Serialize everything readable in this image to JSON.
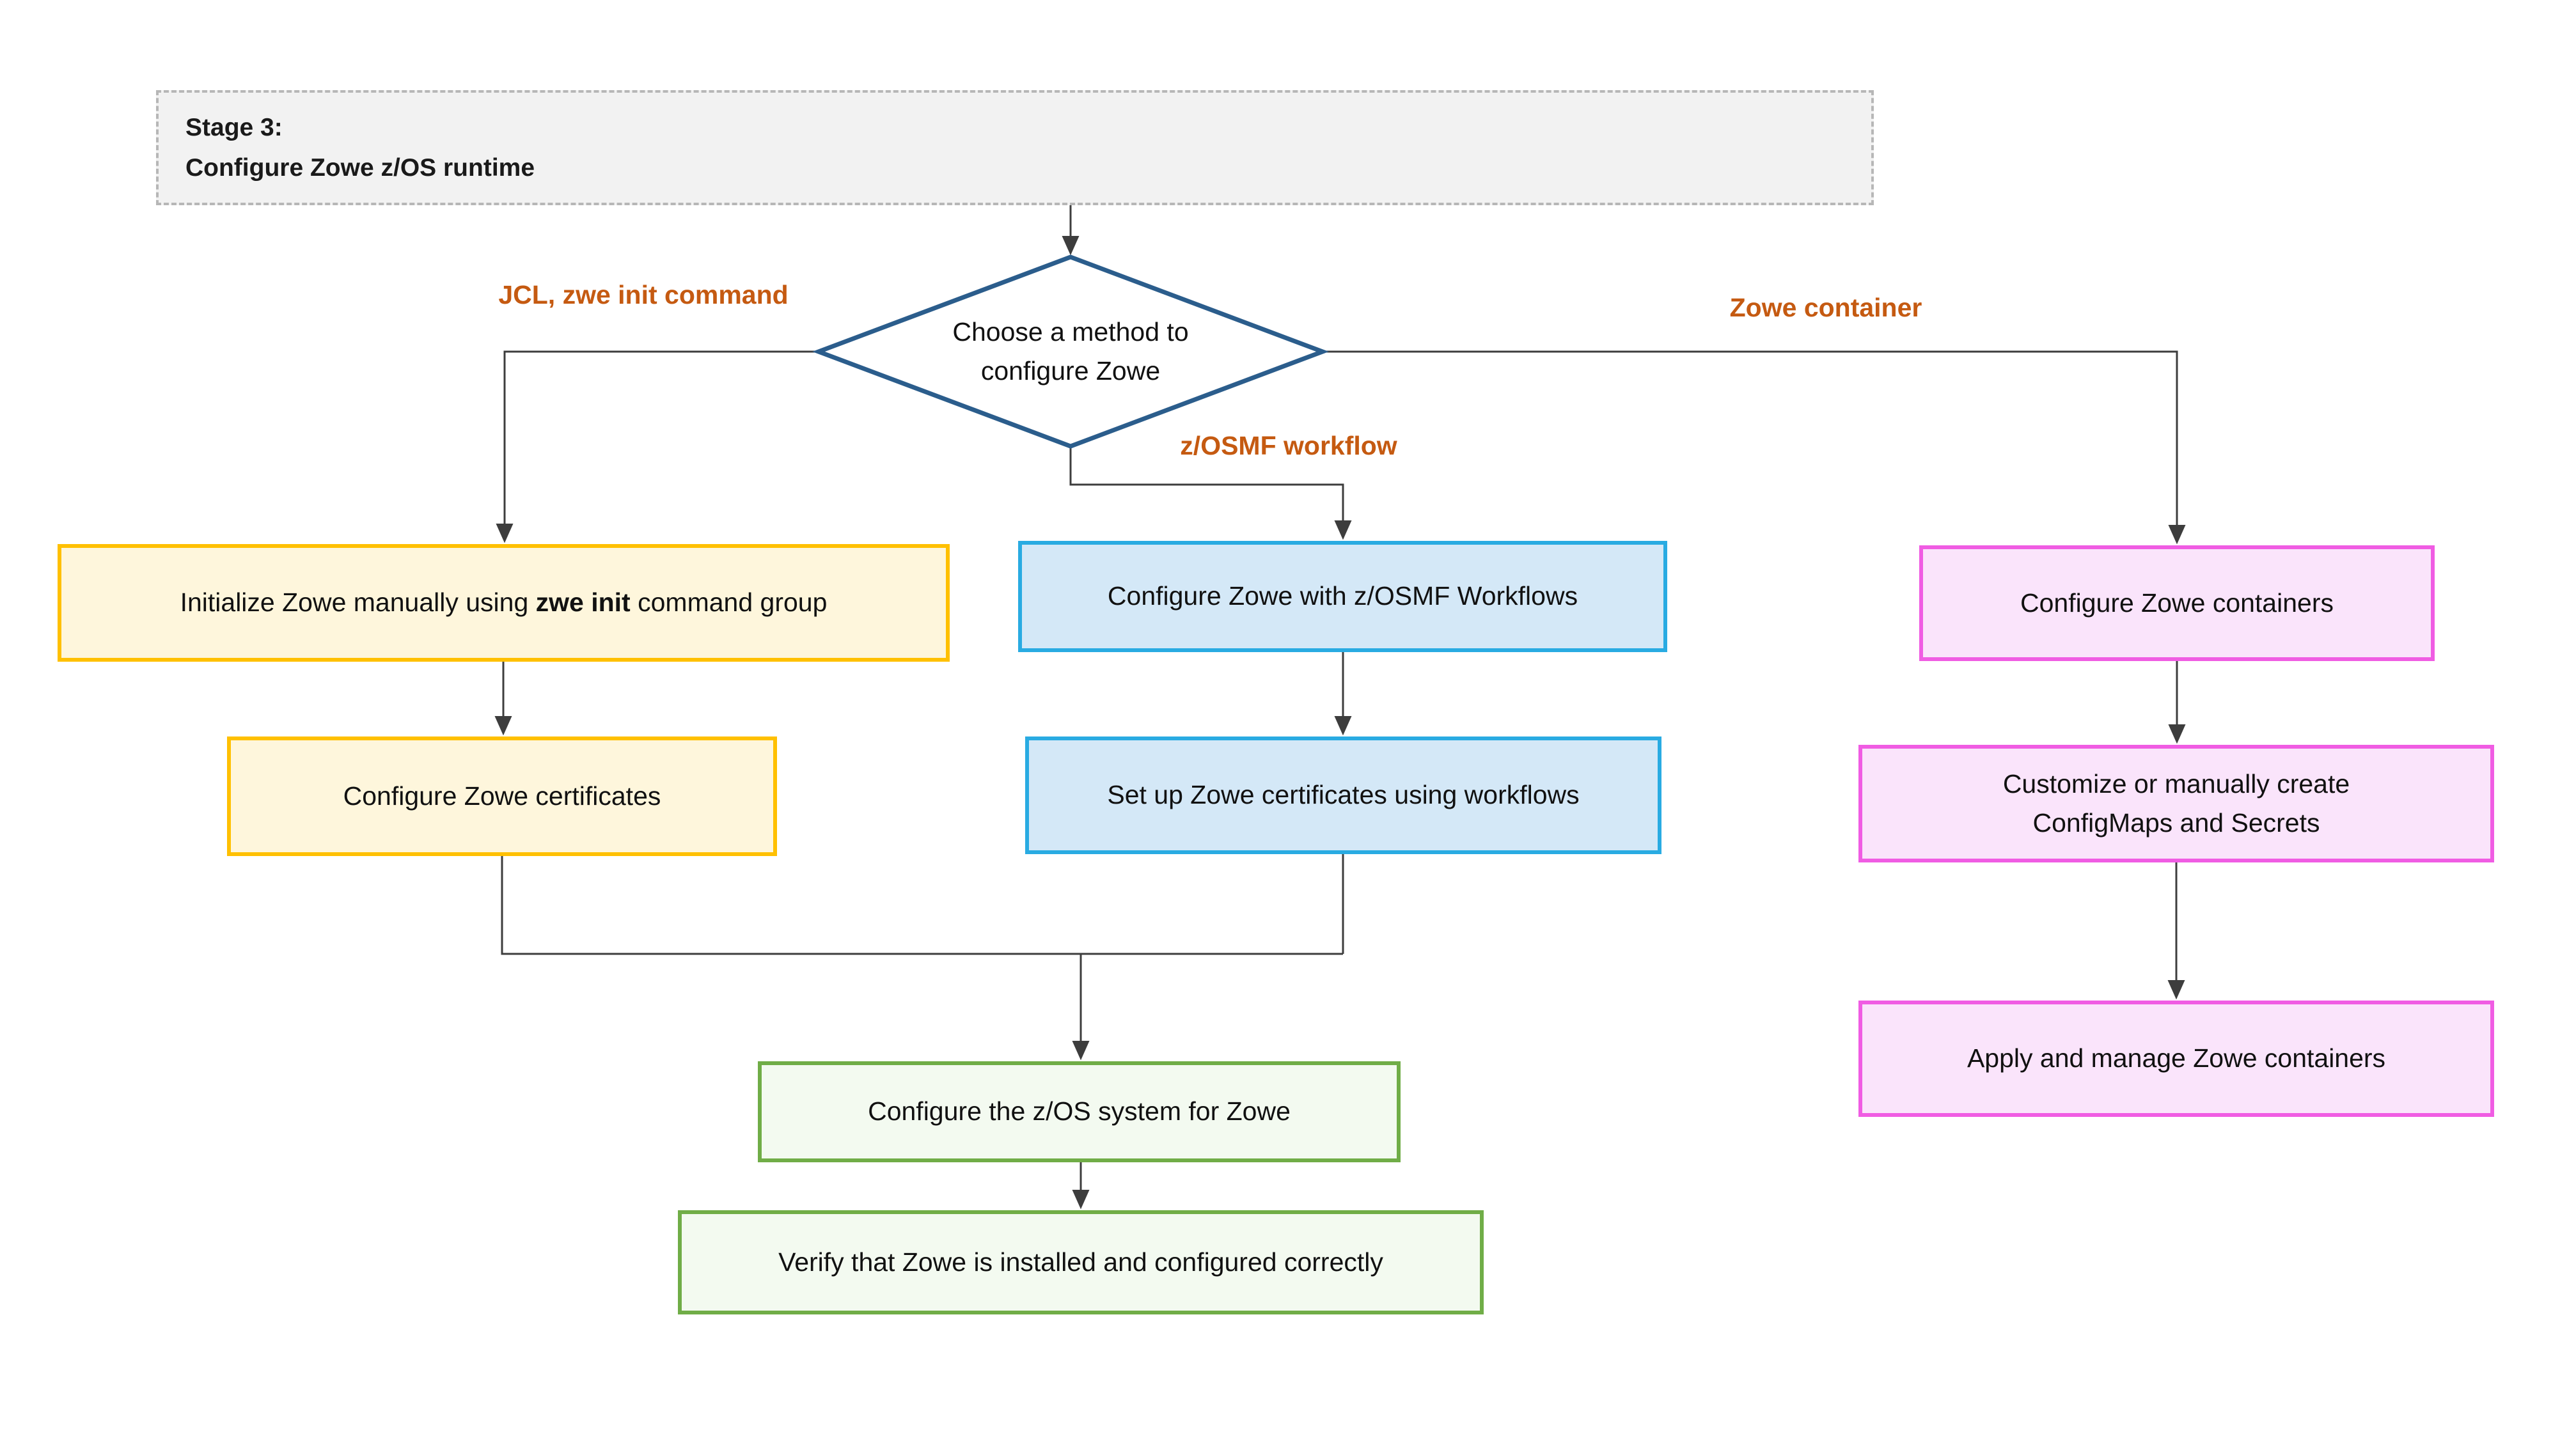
{
  "diagram": {
    "stage": {
      "line1": "Stage 3:",
      "line2": "Configure Zowe z/OS runtime"
    },
    "decision": {
      "line1": "Choose a method to",
      "line2": "configure Zowe"
    },
    "branch_labels": {
      "jcl": "JCL, zwe init command",
      "zosmf": "z/OSMF workflow",
      "container": "Zowe container"
    },
    "nodes": {
      "init": {
        "prefix": "Initialize Zowe manually using ",
        "bold": "zwe init",
        "suffix": " command group"
      },
      "certs_manual": "Configure Zowe certificates",
      "zosmf_workflows": "Configure Zowe with z/OSMF Workflows",
      "certs_workflows": "Set up Zowe certificates using workflows",
      "containers": "Configure Zowe containers",
      "configmaps": {
        "line1": "Customize or manually create",
        "line2": "ConfigMaps and Secrets"
      },
      "apply_containers": "Apply and manage Zowe containers",
      "configure_zos": "Configure the z/OS system for Zowe",
      "verify": "Verify that Zowe is installed and configured correctly"
    },
    "colors": {
      "yellow_border": "#FFC000",
      "yellow_fill": "#FEF6DC",
      "blue_border": "#29ABE2",
      "blue_fill": "#D4E8F7",
      "pink_border": "#F05CE3",
      "pink_fill": "#FAE4FB",
      "green_border": "#70AD47",
      "green_fill": "#F3FAF0",
      "diamond_border": "#2B5D8C",
      "label_orange": "#C55A11",
      "stage_fill": "#F2F2F2",
      "stage_border": "#B7B7B7",
      "connector": "#3D3D3D"
    }
  }
}
